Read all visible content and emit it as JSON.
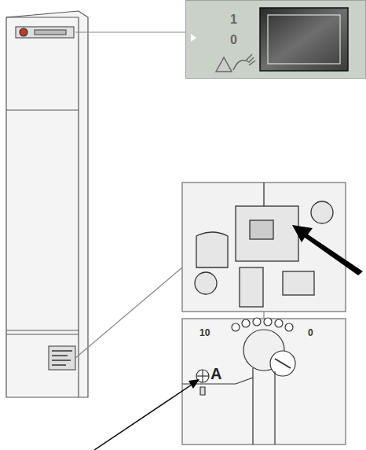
{
  "diagram": {
    "nodes": [
      {
        "text": [
          "1",
          "0"
        ]
      },
      {
        "text": [
          "10",
          "0",
          "A"
        ]
      }
    ],
    "labels": []
  }
}
